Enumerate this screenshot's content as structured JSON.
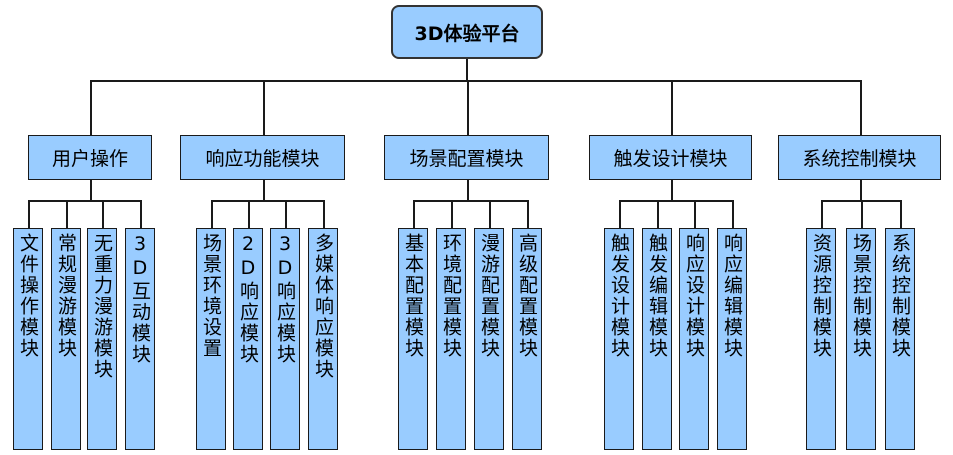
{
  "root": {
    "label": "3D体验平台"
  },
  "modules": [
    {
      "label": "用户操作",
      "children": [
        "文件操作模块",
        "常规漫游模块",
        "无重力漫游模块",
        "3D互动模块"
      ]
    },
    {
      "label": "响应功能模块",
      "children": [
        "场景环境设置",
        "2D响应模块",
        "3D响应模块",
        "多媒体响应模块"
      ]
    },
    {
      "label": "场景配置模块",
      "children": [
        "基本配置模块",
        "环境配置模块",
        "漫游配置模块",
        "高级配置模块"
      ]
    },
    {
      "label": "触发设计模块",
      "children": [
        "触发设计模块",
        "触发编辑模块",
        "响应设计模块",
        "响应编辑模块"
      ]
    },
    {
      "label": "系统控制模块",
      "children": [
        "资源控制模块",
        "场景控制模块",
        "系统控制模块"
      ]
    }
  ],
  "colors": {
    "box_fill": "#99ccff",
    "line": "#1a1a1a"
  }
}
